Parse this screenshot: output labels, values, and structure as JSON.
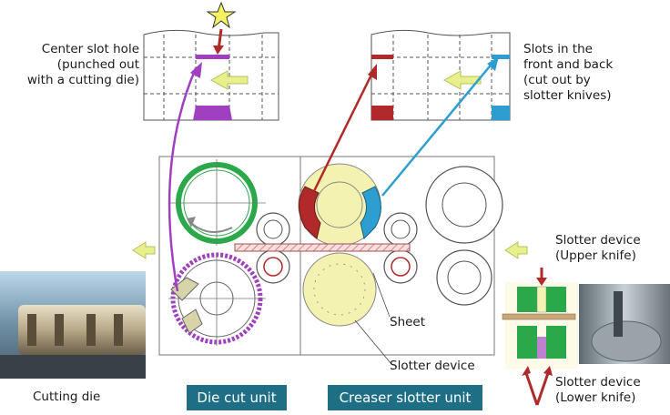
{
  "labels": {
    "center_slot": "Center slot hole\n(punched out\nwith a cutting die)",
    "slots_front_back": "Slots in the\nfront and back\n(cut out by\nslotter knives)",
    "sheet": "Sheet",
    "slotter_device": "Slotter device",
    "slotter_upper": "Slotter device\n(Upper knife)",
    "slotter_lower": "Slotter device\n(Lower knife)",
    "cutting_die": "Cutting die"
  },
  "units": {
    "die_cut": "Die cut unit",
    "creaser_slotter": "Creaser slotter unit"
  },
  "colors": {
    "purple": "#a040c0",
    "green": "#2aa84a",
    "yellow_fill": "#f3f2b0",
    "red": "#b02a2a",
    "blue": "#2e9dd0",
    "arrow_yellow": "#e8f08c",
    "unit_bg": "#1e6f86"
  },
  "icons": [
    "star-icon",
    "arrow-left-icon",
    "pointer-arrow-icon"
  ]
}
